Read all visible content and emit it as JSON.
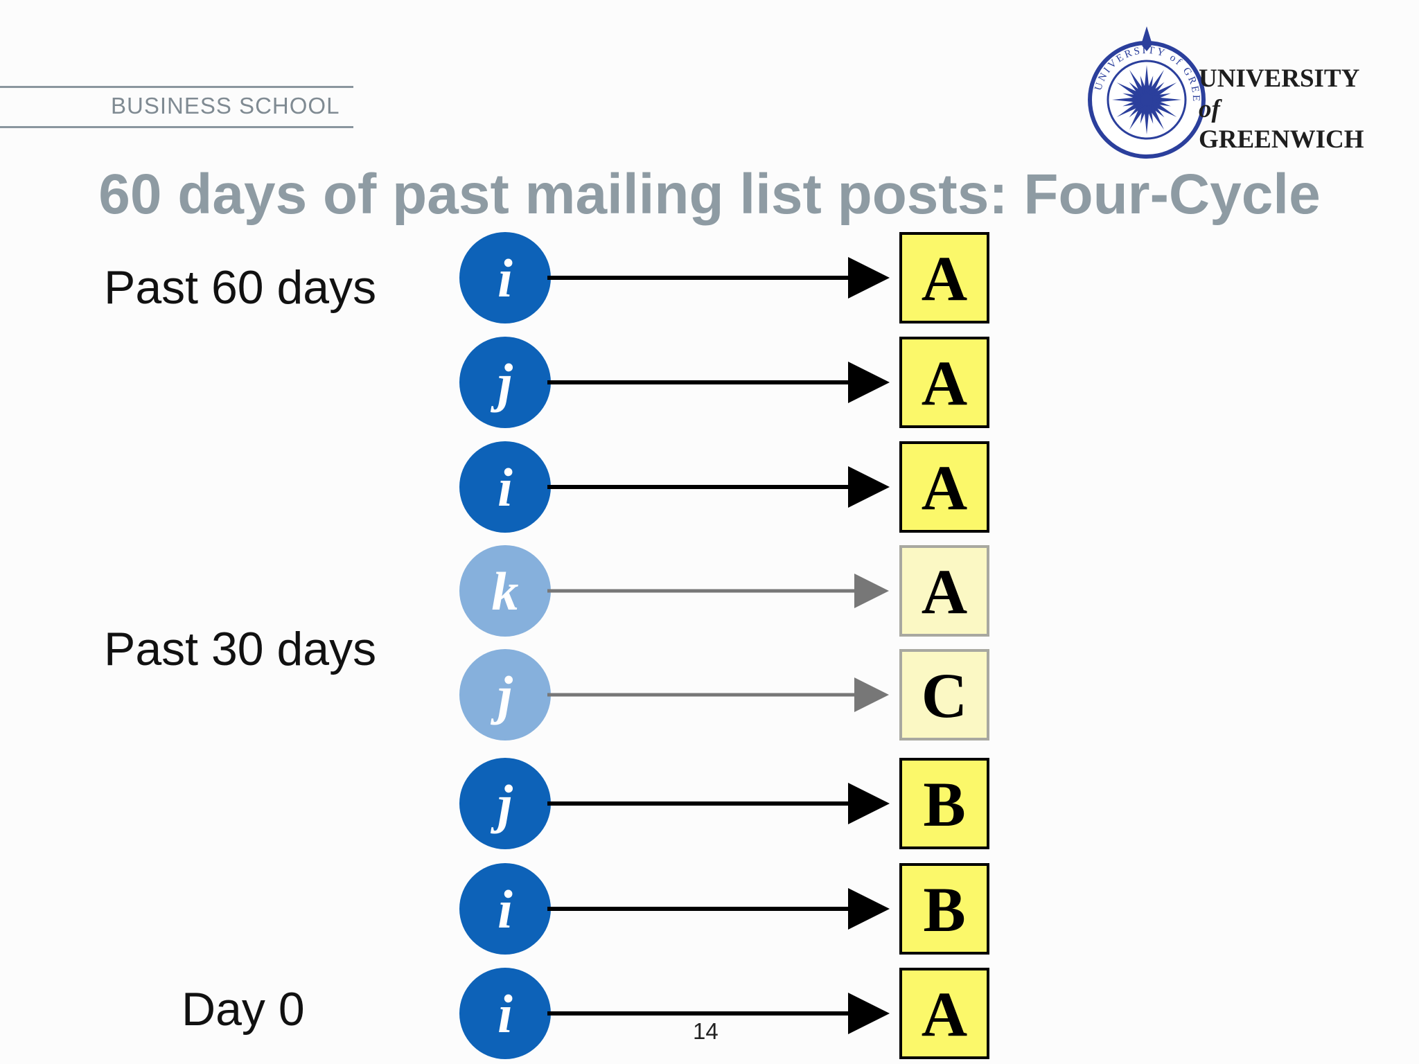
{
  "header": {
    "school": "BUSINESS SCHOOL",
    "logo": {
      "line1": "UNIVERSITY",
      "line2": "of",
      "line3": "GREENWICH",
      "seal_text": "UNIVERSITY of GREENWICH"
    }
  },
  "title": "60 days of past mailing list posts: Four-Cycle",
  "labels": {
    "past60": "Past 60 days",
    "past30": "Past 30 days",
    "day0": "Day 0"
  },
  "rows": [
    {
      "from": "i",
      "to": "A",
      "faded": false
    },
    {
      "from": "j",
      "to": "A",
      "faded": false
    },
    {
      "from": "i",
      "to": "A",
      "faded": false
    },
    {
      "from": "k",
      "to": "A",
      "faded": true
    },
    {
      "from": "j",
      "to": "C",
      "faded": true
    },
    {
      "from": "j",
      "to": "B",
      "faded": false
    },
    {
      "from": "i",
      "to": "B",
      "faded": false
    },
    {
      "from": "i",
      "to": "A",
      "faded": false
    }
  ],
  "colors": {
    "node": "#0d62b8",
    "node_faded": "#86b0dc",
    "box": "#fbf86a",
    "box_faded": "#fbf8c4",
    "arrow": "#000000",
    "arrow_faded": "#777777"
  },
  "page_number": "14"
}
